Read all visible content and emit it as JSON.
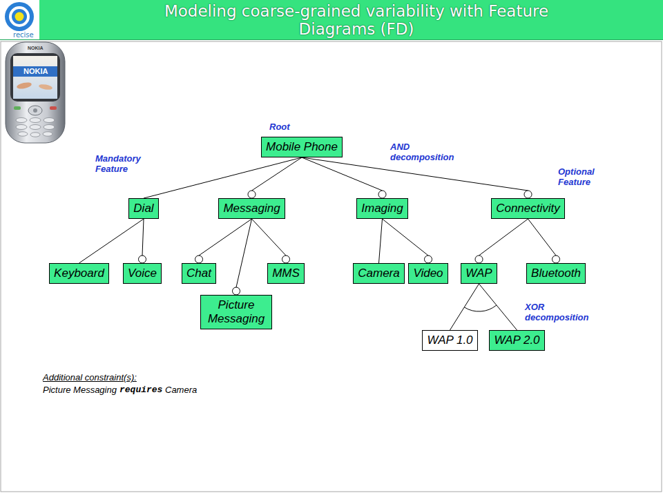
{
  "diagram": {
    "title": "Modeling coarse-grained variability with Feature Diagrams (FD)",
    "nodes": [
      {
        "text": [
          "Mobile Phone"
        ]
      },
      {
        "text": [
          "Dial"
        ]
      },
      {
        "text": [
          "Messaging"
        ]
      },
      {
        "text": [
          "Imaging"
        ]
      },
      {
        "text": [
          "Connectivity"
        ]
      },
      {
        "text": [
          "Keyboard"
        ]
      },
      {
        "text": [
          "Voice"
        ]
      },
      {
        "text": [
          "Chat"
        ]
      },
      {
        "text": [
          "MMS"
        ]
      },
      {
        "text": [
          "Camera"
        ]
      },
      {
        "text": [
          "Video"
        ]
      },
      {
        "text": [
          "WAP"
        ]
      },
      {
        "text": [
          "Bluetooth"
        ]
      },
      {
        "text": [
          "Picture Messaging"
        ]
      },
      {
        "text": [
          "WAP 1.0"
        ]
      },
      {
        "text": [
          "WAP 2.0"
        ]
      }
    ],
    "edges": [
      {
        "from": 0,
        "to": 1,
        "arrow": "none"
      },
      {
        "from": 0,
        "to": 2,
        "arrow": "none"
      },
      {
        "from": 0,
        "to": 3,
        "arrow": "none"
      },
      {
        "from": 0,
        "to": 4,
        "arrow": "none"
      },
      {
        "from": 1,
        "to": 5,
        "arrow": "none"
      },
      {
        "from": 1,
        "to": 6,
        "arrow": "none"
      },
      {
        "from": 2,
        "to": 7,
        "arrow": "none"
      },
      {
        "from": 2,
        "to": 13,
        "arrow": "none"
      },
      {
        "from": 2,
        "to": 8,
        "arrow": "none"
      },
      {
        "from": 3,
        "to": 9,
        "arrow": "none"
      },
      {
        "from": 3,
        "to": 10,
        "arrow": "none"
      },
      {
        "from": 4,
        "to": 11,
        "arrow": "none"
      },
      {
        "from": 4,
        "to": 12,
        "arrow": "none"
      },
      {
        "from": 11,
        "to": 14,
        "arrow": "none"
      },
      {
        "from": 11,
        "to": 15,
        "arrow": "none"
      }
    ],
    "labels": [
      "recise",
      "NOKIA",
      "NOKIA",
      "Root",
      "AND decomposition",
      "Mandatory Feature",
      "Optional Feature",
      "XOR decomposition",
      "Additional constraint(s):",
      "Picture Messaging",
      "requires",
      "Camera"
    ]
  }
}
